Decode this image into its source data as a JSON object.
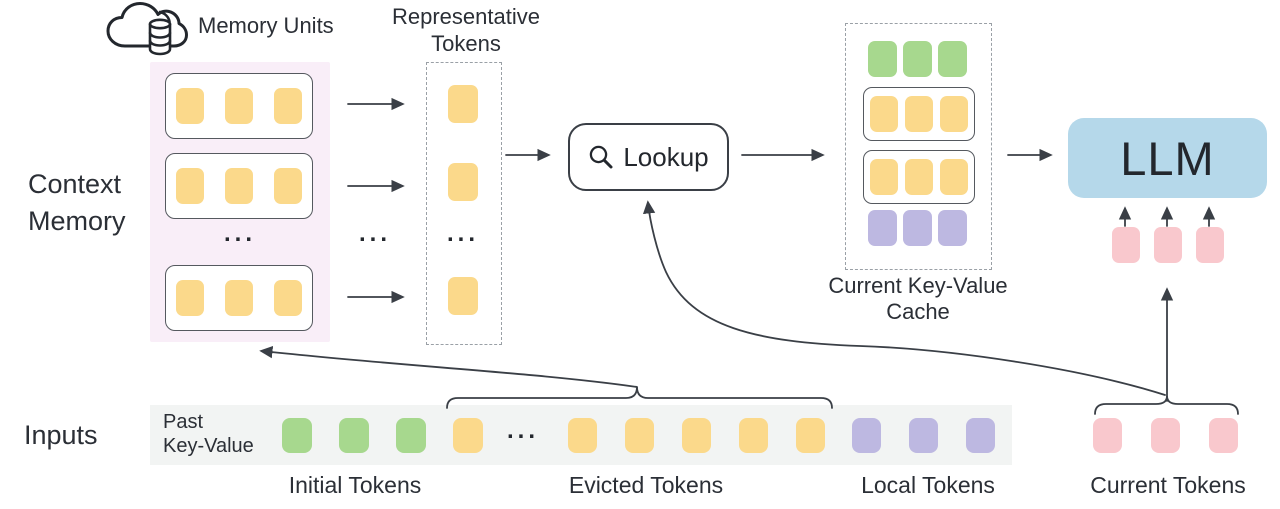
{
  "labels": {
    "memory_units": "Memory Units",
    "representative_line1": "Representative",
    "representative_line2": "Tokens",
    "context_line1": "Context",
    "context_line2": "Memory",
    "lookup": "Lookup",
    "cache_line1": "Current Key-Value",
    "cache_line2": "Cache",
    "llm": "LLM",
    "inputs": "Inputs",
    "past_kv_line1": "Past",
    "past_kv_line2": "Key-Value",
    "initial_tokens": "Initial Tokens",
    "evicted_tokens": "Evicted Tokens",
    "local_tokens": "Local Tokens",
    "current_tokens": "Current Tokens",
    "ellipsis": "..."
  },
  "colors": {
    "memory_bg": "#F9EEF8",
    "strip_bg": "#F2F4F3",
    "llm_bg": "#B5D8EA",
    "line": "#3a3f46",
    "text": "#2b2f36"
  },
  "token_colors": {
    "yellow": "#FBD98B",
    "green": "#A7D88E",
    "purple": "#BDB8E1",
    "pink": "#F9C8CD"
  },
  "groups": {
    "memory_row": {
      "color": "yellow",
      "count": 3
    },
    "rep_token": {
      "color": "yellow",
      "count": 1
    },
    "cache_green": {
      "color": "green",
      "count": 3
    },
    "cache_yellow": {
      "color": "yellow",
      "count": 3
    },
    "cache_purple": {
      "color": "purple",
      "count": 3
    },
    "llm_input": {
      "color": "pink",
      "count": 3
    },
    "input_initial": {
      "color": "green",
      "count": 3
    },
    "input_evicted_left": {
      "color": "yellow",
      "count": 1
    },
    "input_evicted_right": {
      "color": "yellow",
      "count": 5
    },
    "input_local": {
      "color": "purple",
      "count": 3
    },
    "input_current": {
      "color": "pink",
      "count": 3
    }
  }
}
